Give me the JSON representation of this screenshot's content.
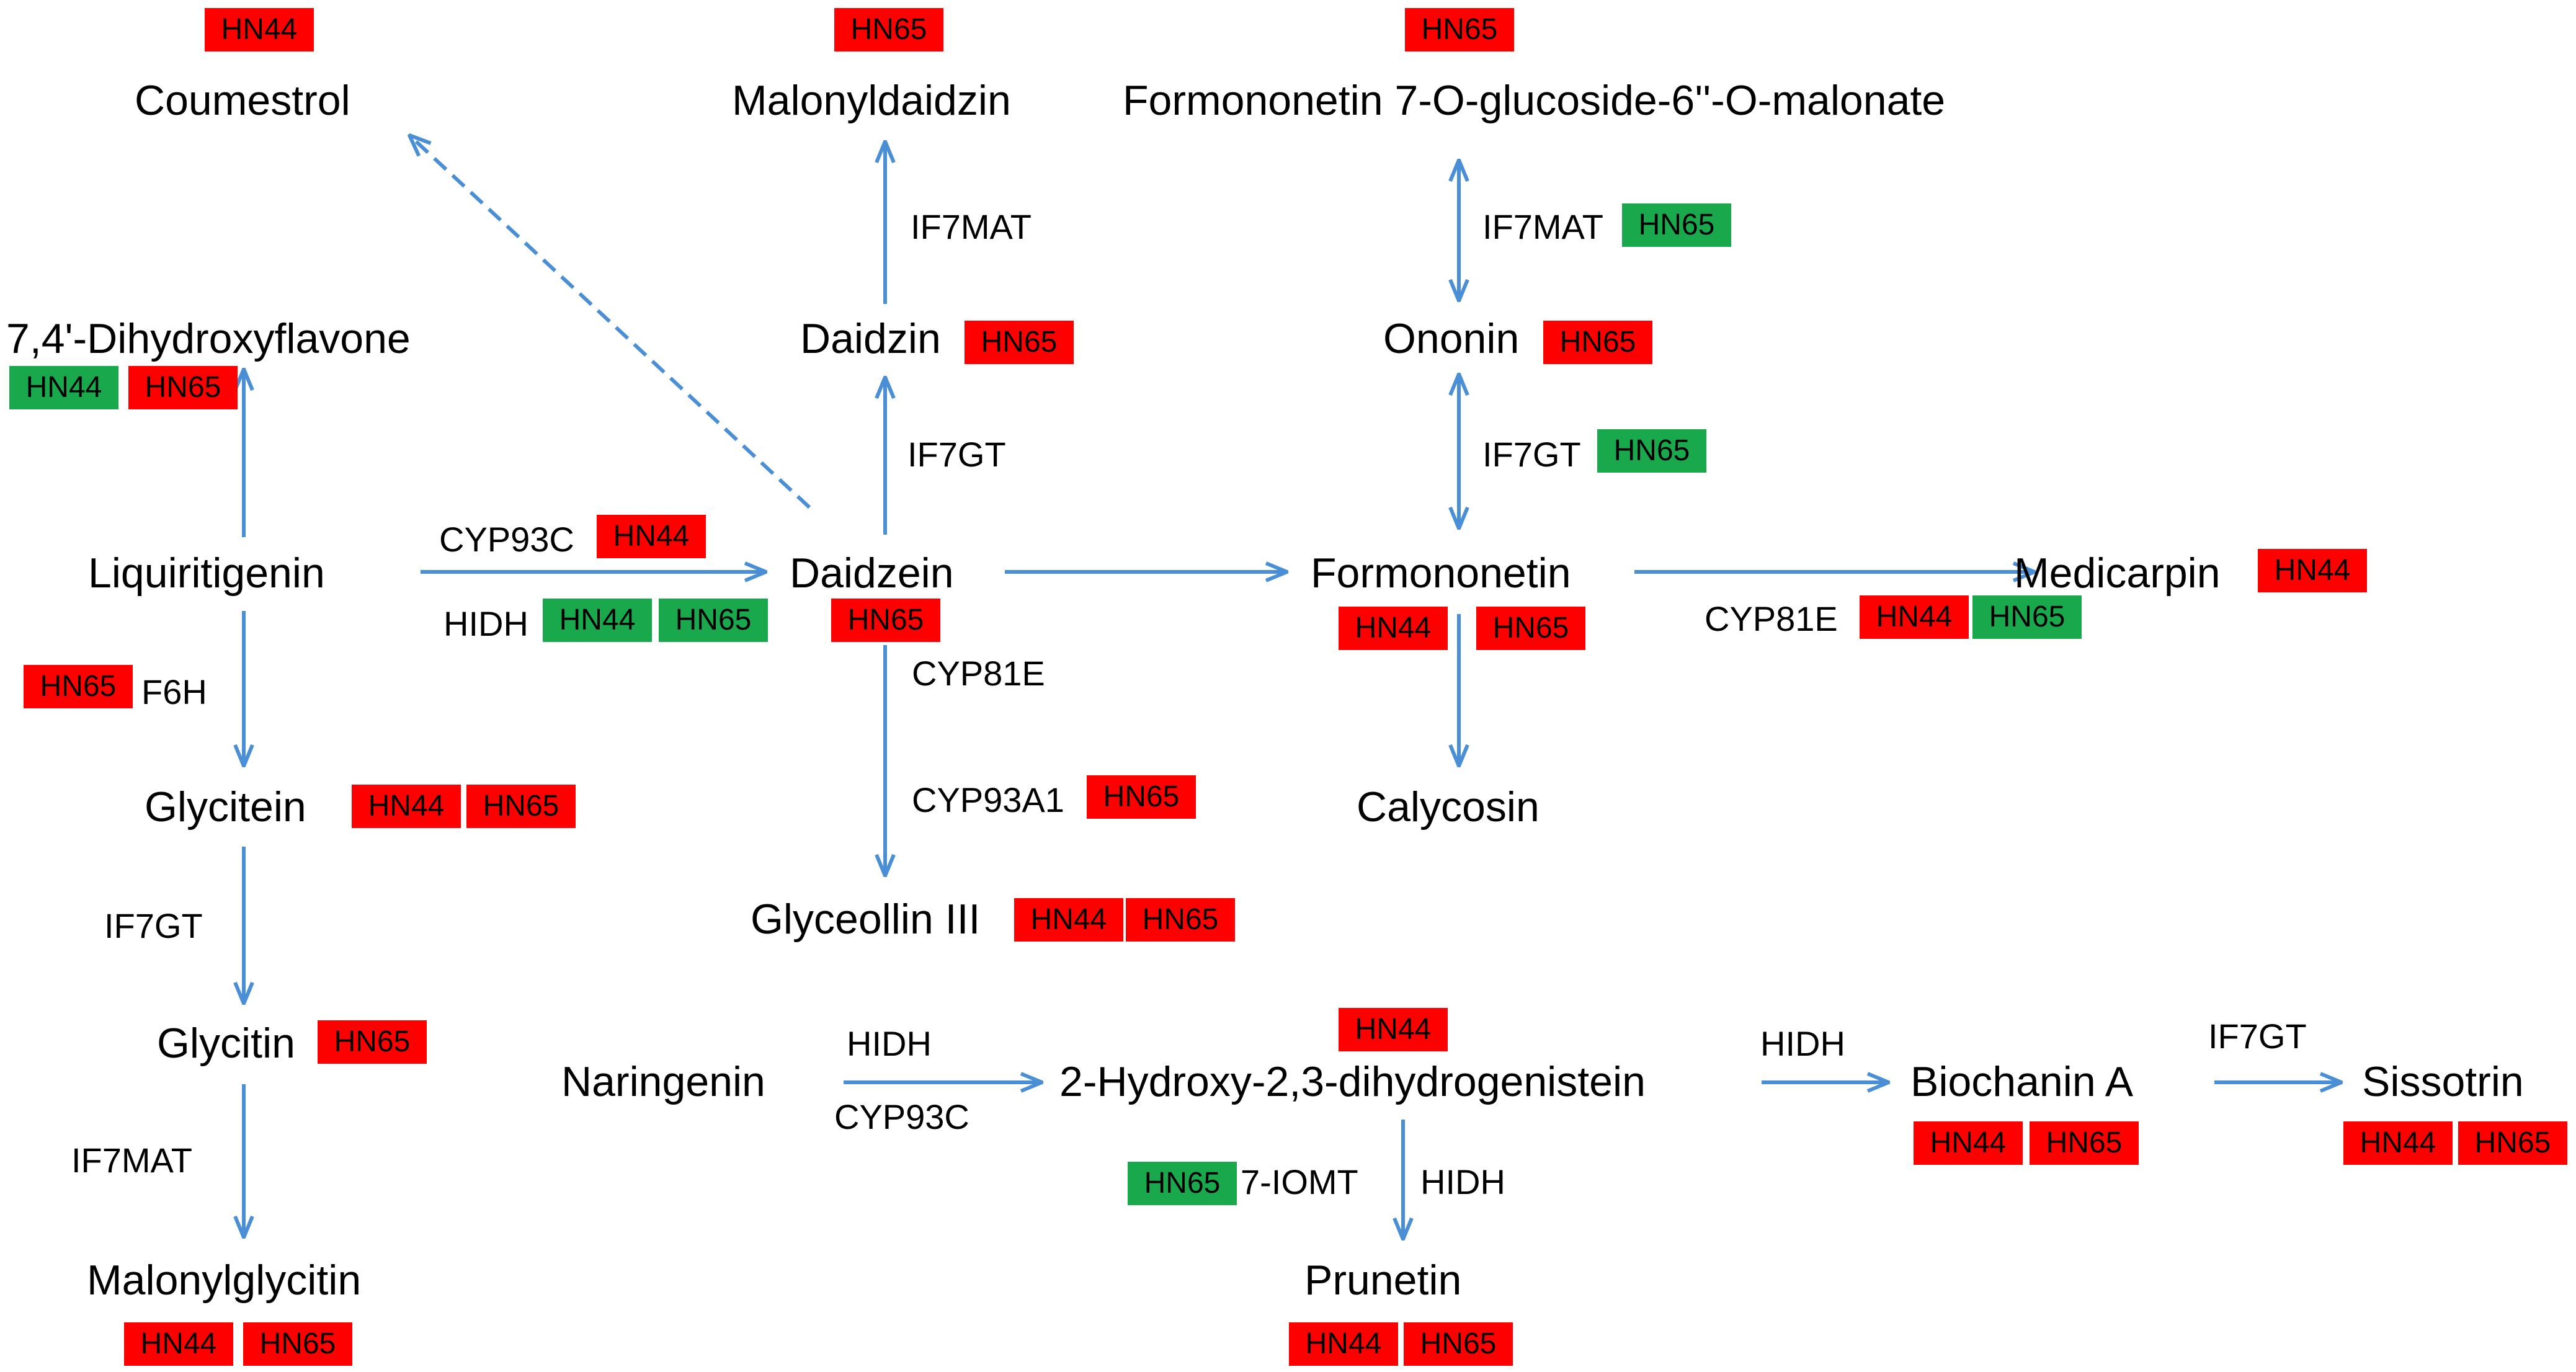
{
  "colors": {
    "up": "#ff0000",
    "down": "#19a84c",
    "arrow": "#4a8fd6"
  },
  "compounds": {
    "coumestrol": "Coumestrol",
    "malonyldaidzin": "Malonyldaidzin",
    "formononetin_glucoside": "Formononetin 7-O-glucoside-6''-O-malonate",
    "dihydroxyflavone": "7,4'-Dihydroxyflavone",
    "daidzin": "Daidzin",
    "ononin": "Ononin",
    "liquiritigenin": "Liquiritigenin",
    "daidzein": "Daidzein",
    "formononetin": "Formononetin",
    "medicarpin": "Medicarpin",
    "calycosin": "Calycosin",
    "glycitein": "Glycitein",
    "glyceollin": "Glyceollin III",
    "glycitin": "Glycitin",
    "naringenin": "Naringenin",
    "hydroxy_dihydrogenistein": "2-Hydroxy-2,3-dihydrogenistein",
    "biochanin": "Biochanin A",
    "sissotrin": "Sissotrin",
    "malonylglycitin": "Malonylglycitin",
    "prunetin": "Prunetin"
  },
  "enzymes": {
    "if7mat_daidzin": "IF7MAT",
    "if7mat_ononin": "IF7MAT",
    "if7gt_daidzein": "IF7GT",
    "if7gt_formononetin": "IF7GT",
    "cyp93c_liq": "CYP93C",
    "hidh_liq": "HIDH",
    "f6h": "F6H",
    "cyp81e_daidzein": "CYP81E",
    "cyp93a1": "CYP93A1",
    "cyp81e_medicarpin": "CYP81E",
    "if7gt_glycitein": "IF7GT",
    "if7mat_glycitin": "IF7MAT",
    "hidh_naringenin": "HIDH",
    "cyp93c_naringenin": "CYP93C",
    "hidh_biochanin": "HIDH",
    "if7gt_sissotrin": "IF7GT",
    "iomt": "7-IOMT",
    "hidh_prunetin": "HIDH"
  },
  "badges": [
    {
      "id": "coumestrol-hn44",
      "label": "HN44",
      "status": "up"
    },
    {
      "id": "malonyldaidzin-hn65",
      "label": "HN65",
      "status": "up"
    },
    {
      "id": "formononetin-glucoside-hn65",
      "label": "HN65",
      "status": "up"
    },
    {
      "id": "if7mat-ononin-hn65",
      "label": "HN65",
      "status": "down"
    },
    {
      "id": "dihydroxyflavone-hn44",
      "label": "HN44",
      "status": "down"
    },
    {
      "id": "dihydroxyflavone-hn65",
      "label": "HN65",
      "status": "up"
    },
    {
      "id": "daidzin-hn65",
      "label": "HN65",
      "status": "up"
    },
    {
      "id": "ononin-hn65",
      "label": "HN65",
      "status": "up"
    },
    {
      "id": "if7gt-formononetin-hn65",
      "label": "HN65",
      "status": "down"
    },
    {
      "id": "cyp93c-liq-hn44",
      "label": "HN44",
      "status": "up"
    },
    {
      "id": "hidh-liq-hn44",
      "label": "HN44",
      "status": "down"
    },
    {
      "id": "hidh-liq-hn65",
      "label": "HN65",
      "status": "down"
    },
    {
      "id": "daidzein-hn65",
      "label": "HN65",
      "status": "up"
    },
    {
      "id": "formononetin-hn44",
      "label": "HN44",
      "status": "up"
    },
    {
      "id": "formononetin-hn65",
      "label": "HN65",
      "status": "up"
    },
    {
      "id": "medicarpin-hn44",
      "label": "HN44",
      "status": "up"
    },
    {
      "id": "cyp81e-medicarpin-hn44",
      "label": "HN44",
      "status": "up"
    },
    {
      "id": "cyp81e-medicarpin-hn65",
      "label": "HN65",
      "status": "down"
    },
    {
      "id": "f6h-hn65",
      "label": "HN65",
      "status": "up"
    },
    {
      "id": "glycitein-hn44",
      "label": "HN44",
      "status": "up"
    },
    {
      "id": "glycitein-hn65",
      "label": "HN65",
      "status": "up"
    },
    {
      "id": "cyp93a1-hn65",
      "label": "HN65",
      "status": "up"
    },
    {
      "id": "glyceollin-hn44",
      "label": "HN44",
      "status": "up"
    },
    {
      "id": "glyceollin-hn65",
      "label": "HN65",
      "status": "up"
    },
    {
      "id": "glycitin-hn65",
      "label": "HN65",
      "status": "up"
    },
    {
      "id": "hydroxy-dihydrogenistein-hn44",
      "label": "HN44",
      "status": "up"
    },
    {
      "id": "biochanin-hn44",
      "label": "HN44",
      "status": "up"
    },
    {
      "id": "biochanin-hn65",
      "label": "HN65",
      "status": "up"
    },
    {
      "id": "sissotrin-hn44",
      "label": "HN44",
      "status": "up"
    },
    {
      "id": "sissotrin-hn65",
      "label": "HN65",
      "status": "up"
    },
    {
      "id": "iomt-hn65",
      "label": "HN65",
      "status": "down"
    },
    {
      "id": "malonylglycitin-hn44",
      "label": "HN44",
      "status": "up"
    },
    {
      "id": "malonylglycitin-hn65",
      "label": "HN65",
      "status": "up"
    },
    {
      "id": "prunetin-hn44",
      "label": "HN44",
      "status": "up"
    },
    {
      "id": "prunetin-hn65",
      "label": "HN65",
      "status": "up"
    }
  ]
}
